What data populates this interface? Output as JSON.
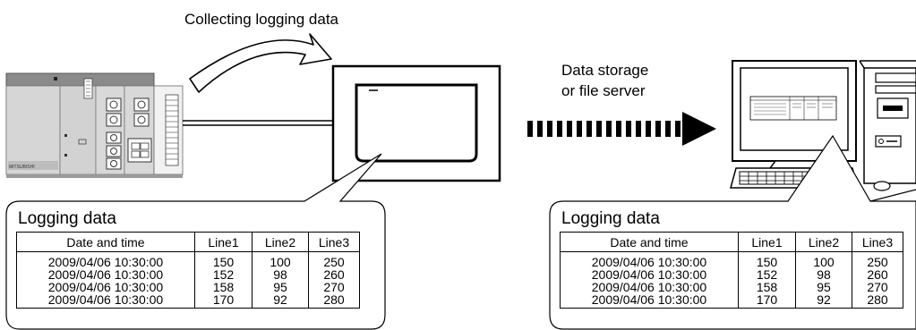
{
  "labels": {
    "collecting": "Collecting logging data",
    "storage_line1": "Data storage",
    "storage_line2": "or file server"
  },
  "plc": {
    "brand_text": "MITSUBISHI"
  },
  "left_callout": {
    "title": "Logging data",
    "columns": [
      "Date and time",
      "Line1",
      "Line2",
      "Line3"
    ],
    "rows": [
      [
        "2009/04/06 10:30:00",
        "150",
        "100",
        "250"
      ],
      [
        "2009/04/06 10:30:00",
        "152",
        "98",
        "260"
      ],
      [
        "2009/04/06 10:30:00",
        "158",
        "95",
        "270"
      ],
      [
        "2009/04/06 10:30:00",
        "170",
        "92",
        "280"
      ]
    ]
  },
  "right_callout": {
    "title": "Logging data",
    "columns": [
      "Date and time",
      "Line1",
      "Line2",
      "Line3"
    ],
    "rows": [
      [
        "2009/04/06 10:30:00",
        "150",
        "100",
        "250"
      ],
      [
        "2009/04/06 10:30:00",
        "152",
        "98",
        "260"
      ],
      [
        "2009/04/06 10:30:00",
        "158",
        "95",
        "270"
      ],
      [
        "2009/04/06 10:30:00",
        "170",
        "92",
        "280"
      ]
    ]
  },
  "colors": {
    "plc_body": "#c9c9c9",
    "plc_top": "#8c8c8c",
    "line": "#000000",
    "background": "#ffffff"
  }
}
